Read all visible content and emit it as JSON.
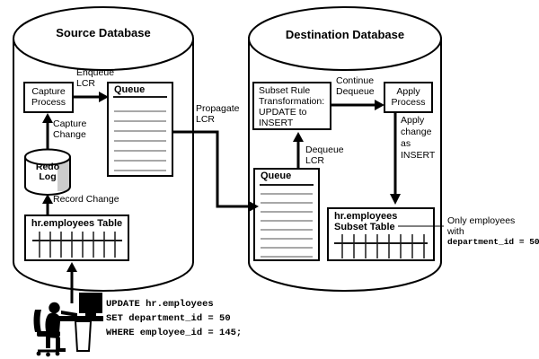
{
  "source": {
    "title": "Source Database",
    "capture_process": [
      "Capture",
      "Process"
    ],
    "enqueue": [
      "Enqueue",
      "LCR"
    ],
    "queue_title": "Queue",
    "capture_change": [
      "Capture",
      "Change"
    ],
    "redo_log": [
      "Redo",
      "Log"
    ],
    "record_change": "Record Change",
    "table_title": "hr.employees Table"
  },
  "propagate": [
    "Propagate",
    "LCR"
  ],
  "destination": {
    "title": "Destination Database",
    "subset_rule": [
      "Subset Rule",
      "Transformation:",
      "UPDATE to",
      "INSERT"
    ],
    "continue_dequeue": [
      "Continue",
      "Dequeue"
    ],
    "apply_process": [
      "Apply",
      "Process"
    ],
    "apply_change": [
      "Apply",
      "change",
      "as",
      "INSERT"
    ],
    "dequeue": [
      "Dequeue",
      "LCR"
    ],
    "queue_title": "Queue",
    "subset_table": [
      "hr.employees",
      "Subset Table"
    ]
  },
  "callout": [
    "Only employees",
    "with",
    "department_id = 50"
  ],
  "sql": [
    "UPDATE hr.employees",
    "SET department_id = 50",
    "WHERE employee_id = 145;"
  ],
  "colors": {
    "line": "#000000",
    "queue_rule": "#1a1a1a",
    "queue_line": "#a8a8a8",
    "redo_shade": "#cccccc",
    "background": "#ffffff"
  }
}
